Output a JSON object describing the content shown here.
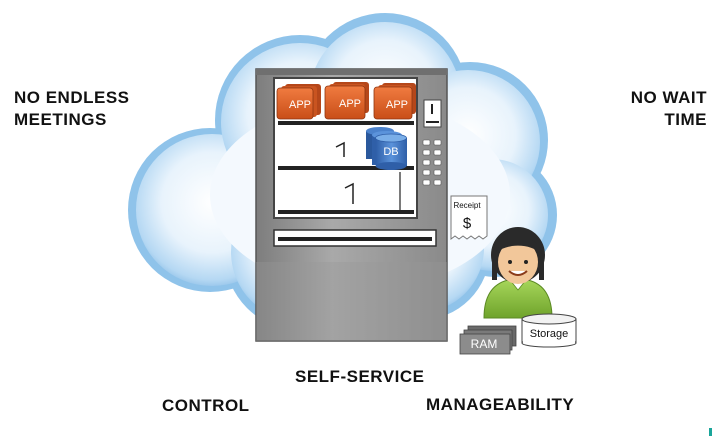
{
  "labels": {
    "top_left_line1": "NO ENDLESS",
    "top_left_line2": "MEETINGS",
    "top_right_line1": "NO WAIT",
    "top_right_line2": "TIME",
    "self_service": "SELF-SERVICE",
    "control": "CONTROL",
    "manageability": "MANAGEABILITY"
  },
  "machine": {
    "app_label": "APP",
    "db_label": "DB",
    "receipt_label": "Receipt",
    "receipt_symbol": "$"
  },
  "resources": {
    "ram_label": "RAM",
    "storage_label": "Storage"
  },
  "colors": {
    "app_orange": "#e2622a",
    "db_blue": "#3a75c4",
    "cloud_blue": "#8fc3ea",
    "machine_gray": "#9a9a9a",
    "person_green": "#8cc63f"
  }
}
